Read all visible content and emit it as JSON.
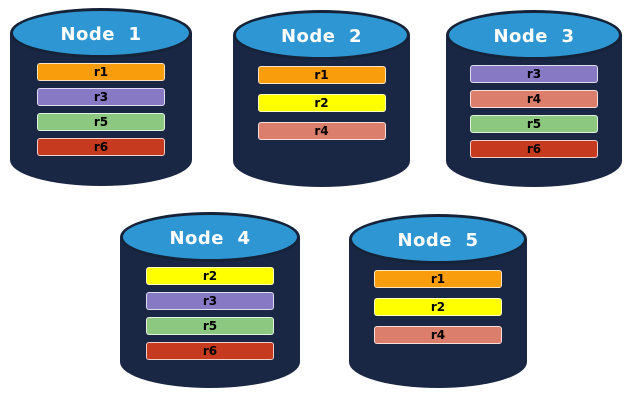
{
  "diagram": {
    "description": "Database nodes with replica distribution",
    "colors": {
      "background": "#FFFFFF",
      "cylinder_body": "#1A2744",
      "cylinder_ellipse": "#2E97D3",
      "cylinder_outline": "#152238",
      "title_text": "#FFFFFF",
      "bar_label_text": "#000000",
      "replicas": {
        "r1": "#FA9D0D",
        "r2": "#FFFF00",
        "r3": "#8779C4",
        "r4": "#DB7E6C",
        "r5": "#8CC87F",
        "r6": "#C63A20"
      }
    },
    "nodes": [
      {
        "title": "Node  1",
        "replicas": [
          "r1",
          "r3",
          "r5",
          "r6"
        ]
      },
      {
        "title": "Node  2",
        "replicas": [
          "r1",
          "r2",
          "r4"
        ]
      },
      {
        "title": "Node  3",
        "replicas": [
          "r3",
          "r4",
          "r5",
          "r6"
        ]
      },
      {
        "title": "Node  4",
        "replicas": [
          "r2",
          "r3",
          "r5",
          "r6"
        ]
      },
      {
        "title": "Node  5",
        "replicas": [
          "r1",
          "r2",
          "r4"
        ]
      }
    ]
  }
}
